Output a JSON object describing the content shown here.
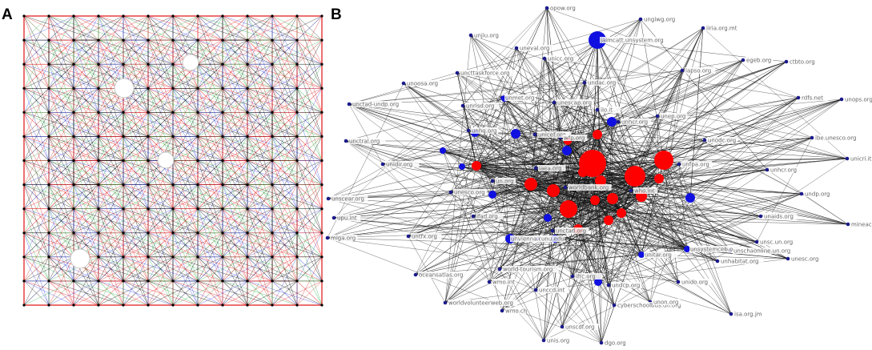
{
  "panels": [
    {
      "letter": "A"
    },
    {
      "letter": "B"
    }
  ],
  "colors": {
    "hub_node": "#ff0000",
    "secondary_node": "#1010e0",
    "minor_node": "#1a1a8a",
    "edge": "#111111",
    "lattice_edge_red": "#e01010",
    "lattice_edge_black": "#000000",
    "lattice_edge_green": "#20b040",
    "lattice_edge_blue": "#3040e0"
  },
  "network_nodes": [
    {
      "label": "opow.org",
      "kind": "minor"
    },
    {
      "label": "unjiu.org",
      "kind": "minor"
    },
    {
      "label": "ungiwg.org",
      "kind": "minor"
    },
    {
      "label": "iiria.org.mt",
      "kind": "minor"
    },
    {
      "label": "jaimcatt.unsystem.org",
      "kind": "big-blue"
    },
    {
      "label": "uneval.org",
      "kind": "minor"
    },
    {
      "label": "unicc.org",
      "kind": "minor"
    },
    {
      "label": "egeb.org",
      "kind": "minor"
    },
    {
      "label": "ctbto.org",
      "kind": "minor"
    },
    {
      "label": "uncttaskforce.org",
      "kind": "minor"
    },
    {
      "label": "unoosa.org",
      "kind": "minor"
    },
    {
      "label": "iapso.org",
      "kind": "minor"
    },
    {
      "label": "undac.org",
      "kind": "minor"
    },
    {
      "label": "rdfs.net",
      "kind": "minor"
    },
    {
      "label": "unops.org",
      "kind": "minor"
    },
    {
      "label": "unctad-undp.org",
      "kind": "minor"
    },
    {
      "label": "unrisd.org",
      "kind": "minor"
    },
    {
      "label": "unmet.org",
      "kind": "minor"
    },
    {
      "label": "unescap.org",
      "kind": "minor"
    },
    {
      "label": "ilo.it",
      "kind": "minor"
    },
    {
      "label": "unhcr.org",
      "kind": "minor"
    },
    {
      "label": "unep.org",
      "kind": "minor"
    },
    {
      "label": "ibe.unesco.org",
      "kind": "minor"
    },
    {
      "label": "unctral.org",
      "kind": "minor"
    },
    {
      "label": "unhq.org",
      "kind": "minor"
    },
    {
      "label": "unicef.org",
      "kind": "minor"
    },
    {
      "label": "wfp.org",
      "kind": "minor"
    },
    {
      "label": "unodc.org",
      "kind": "minor"
    },
    {
      "label": "unicri.it",
      "kind": "minor"
    },
    {
      "label": "unidir.org",
      "kind": "minor"
    },
    {
      "label": "unhcr.org",
      "kind": "minor"
    },
    {
      "label": "unfpa.org",
      "kind": "minor"
    },
    {
      "label": "un.org",
      "kind": "minor"
    },
    {
      "label": "unesco.org",
      "kind": "minor"
    },
    {
      "label": "undp.org",
      "kind": "minor"
    },
    {
      "label": "unscear.org",
      "kind": "minor"
    },
    {
      "label": "upu.int",
      "kind": "minor"
    },
    {
      "label": "unaids.org",
      "kind": "minor"
    },
    {
      "label": "mineaction.org",
      "kind": "minor"
    },
    {
      "label": "miga.org",
      "kind": "minor"
    },
    {
      "label": "worldbank.org",
      "kind": "minor"
    },
    {
      "label": "iaea.org",
      "kind": "minor"
    },
    {
      "label": "who.int",
      "kind": "minor"
    },
    {
      "label": "unctad.org",
      "kind": "minor"
    },
    {
      "label": "ifad.org",
      "kind": "minor"
    },
    {
      "label": "unvienna.org",
      "kind": "minor"
    },
    {
      "label": "unu.edu",
      "kind": "minor"
    },
    {
      "label": "unsc.un.org",
      "kind": "minor"
    },
    {
      "label": "unitar.org",
      "kind": "minor"
    },
    {
      "label": "unsystemceb.org",
      "kind": "minor"
    },
    {
      "label": "unesc.org",
      "kind": "minor"
    },
    {
      "label": "untfx.org",
      "kind": "minor"
    },
    {
      "label": "oceansatlas.org",
      "kind": "minor"
    },
    {
      "label": "world-tourism.org",
      "kind": "minor"
    },
    {
      "label": "wmo.int",
      "kind": "minor"
    },
    {
      "label": "unhabitat.org",
      "kind": "minor"
    },
    {
      "label": "unccd.int",
      "kind": "minor"
    },
    {
      "label": "unido.org",
      "kind": "minor"
    },
    {
      "label": "ifrc.org",
      "kind": "minor"
    },
    {
      "label": "undcp.org",
      "kind": "minor"
    },
    {
      "label": "worldvolunteerweb.org",
      "kind": "minor"
    },
    {
      "label": "wmo.ch",
      "kind": "minor"
    },
    {
      "label": "cyberschoolbus.un.org",
      "kind": "minor"
    },
    {
      "label": "unon.org",
      "kind": "minor"
    },
    {
      "label": "isa.org.jm",
      "kind": "minor"
    },
    {
      "label": "unscdf.org",
      "kind": "minor"
    },
    {
      "label": "unis.org",
      "kind": "minor"
    },
    {
      "label": "dgo.org",
      "kind": "minor"
    },
    {
      "label": "unschaonline.un.org",
      "kind": "minor"
    }
  ]
}
